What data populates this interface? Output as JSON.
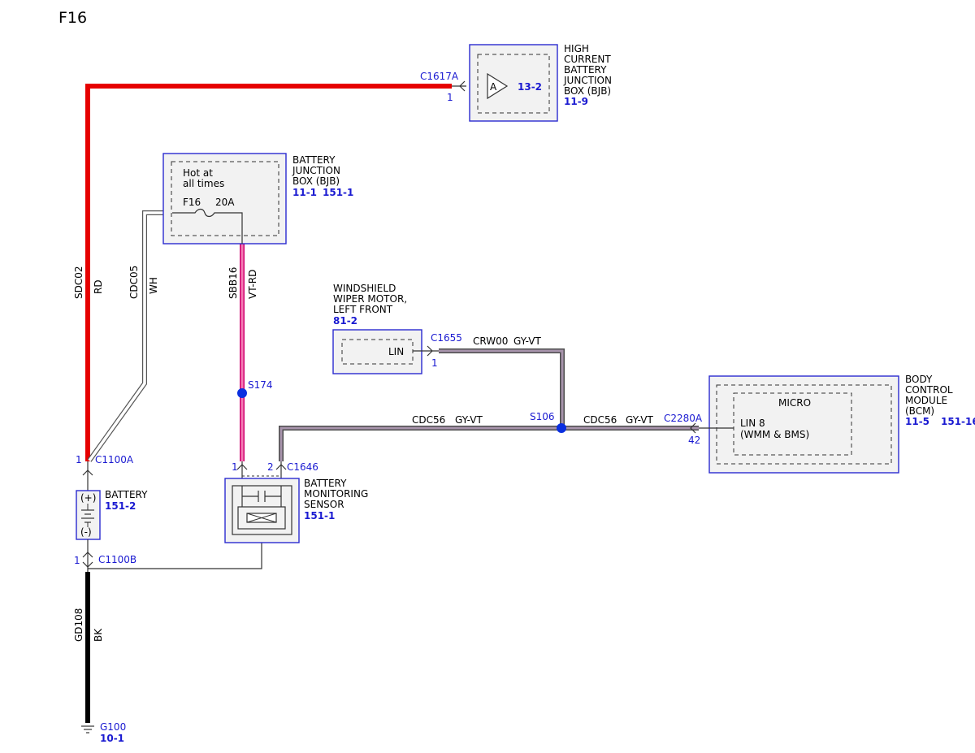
{
  "page_title": "F16",
  "colors": {
    "label_blue": "#1a1ad1",
    "wire_red": "#e60000",
    "wire_violet": "#e8569b",
    "wire_grey_violet": "#8e7f90",
    "wire_black": "#000000",
    "box_fill": "#f2f2f2"
  },
  "hcbjb": {
    "name": [
      "HIGH",
      "CURRENT",
      "BATTERY",
      "JUNCTION",
      "BOX (BJB)"
    ],
    "ref": "11-9",
    "internal_ref": "13-2",
    "terminal": "A",
    "connector": "C1617A",
    "pin": "1"
  },
  "bjb": {
    "name": [
      "BATTERY",
      "JUNCTION",
      "BOX (BJB)"
    ],
    "refs": [
      "11-1",
      "151-1"
    ],
    "hot_text": [
      "Hot at",
      "all times"
    ],
    "fuse": "F16",
    "rating": "20A"
  },
  "wires": {
    "sdc02": {
      "circuit": "SDC02",
      "color": "RD"
    },
    "cdc05": {
      "circuit": "CDC05",
      "color": "WH"
    },
    "sbb16": {
      "circuit": "SBB16",
      "color": "VT-RD"
    },
    "crw00": {
      "circuit": "CRW00",
      "color": "GY-VT"
    },
    "cdc56_left": {
      "circuit": "CDC56",
      "color": "GY-VT"
    },
    "cdc56_right": {
      "circuit": "CDC56",
      "color": "GY-VT"
    },
    "gd108": {
      "circuit": "GD108",
      "color": "BK"
    }
  },
  "splices": {
    "s174": "S174",
    "s106": "S106"
  },
  "wiper": {
    "name": [
      "WINDSHIELD",
      "WIPER MOTOR,",
      "LEFT FRONT"
    ],
    "ref": "81-2",
    "terminal": "LIN",
    "connector": "C1655",
    "pin": "1"
  },
  "bcm": {
    "name": [
      "BODY",
      "CONTROL",
      "MODULE",
      "(BCM)"
    ],
    "refs": [
      "11-5",
      "151-16"
    ],
    "micro": "MICRO",
    "line1": "LIN 8",
    "line2": "(WMM & BMS)",
    "connector": "C2280A",
    "pin": "42"
  },
  "battery": {
    "name": "BATTERY",
    "ref": "151-2",
    "plus": "(+)",
    "minus": "(-)",
    "top_connector": "C1100A",
    "top_pin": "1",
    "bottom_connector": "C1100B",
    "bottom_pin": "1"
  },
  "bms": {
    "name": [
      "BATTERY",
      "MONITORING",
      "SENSOR"
    ],
    "ref": "151-1",
    "connector": "C1646",
    "pin1": "1",
    "pin2": "2"
  },
  "ground": {
    "name": "G100",
    "ref": "10-1"
  }
}
